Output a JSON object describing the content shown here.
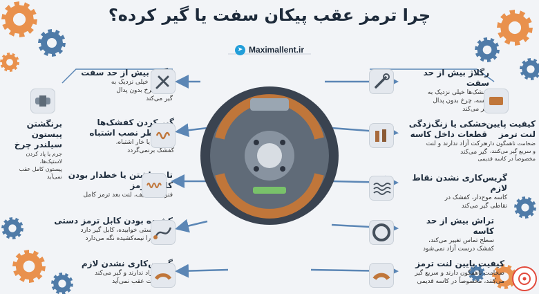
{
  "title": "چرا ترمز عقب پیکان سفت یا گیر کرده؟",
  "brand": {
    "name": "Maximallent.ir",
    "icon": "telegram-icon",
    "accent": "#229ed9"
  },
  "colors": {
    "arrow": "#5b86b5",
    "title": "#1d2a3a",
    "gear_orange": "#e8863a",
    "gear_blue": "#3d6e9e",
    "shoe": "#c0763a"
  },
  "left_items": [
    {
      "heading": "رگلاژ بیش از حد سفت",
      "desc": [
        "کفشک‌ها خیلی نزدیک به",
        "کاسه، چرخ بدون پدال",
        "گیر می‌کند"
      ],
      "icon": "wrench-screwdriver-icon"
    },
    {
      "heading": "گیر کردن کفشک‌ها",
      "heading2": "به خاطر نصب اشتباه",
      "desc": [
        "نصب کج یا خار اشتباه،",
        "کفشک برنمی‌گردد"
      ],
      "icon": "spring-icon"
    },
    {
      "heading": "تاب داشتن یا خطدار بودن",
      "heading2": "کاسه ترمز",
      "desc": [
        "فنرهای ضعیف، لنت بعد ترمز کامل"
      ],
      "icon": "spring-coil-icon"
    },
    {
      "heading": "کشیده بودن کابل ترمز دستی",
      "desc": [
        "حتی با دستی خوابیده، کابل گیر دارد",
        "و لنت‌ها را نیمه‌کشیده نگه می‌دارد"
      ],
      "icon": "cable-icon"
    },
    {
      "heading": "گریس‌کاری نشدن لازم",
      "desc": [
        "حرکت آزاد ندارند و گیر می‌کند",
        "لنت راحت عقب نمی‌آید"
      ],
      "icon": "brake-shoe-icon"
    }
  ],
  "left_outer": {
    "heading": "برنگشتن پیستون",
    "heading2": "سیلندر چرخ",
    "desc": [
      "جرم یا پاد کردن لاستیک‌ها،",
      "پیستون کامل عقب نمی‌آید"
    ],
    "icon": "wheel-cylinder-icon"
  },
  "right_items": [
    {
      "heading": "رگلاژ بیش از حد سفت",
      "desc": [
        "کفشک‌ها خیلی نزدیک به",
        "کاسه، چرخ بدون پدال",
        "گیر می‌کند"
      ],
      "icon": "wrench-icon"
    },
    {
      "heading": "خشکی یا زنگ‌زدگی",
      "heading2": "قطعات داخل کاسه",
      "desc": [
        "حرکت آزاد ندارند و لنت",
        "گیر می‌کند"
      ],
      "icon": "rusty-parts-icon"
    },
    {
      "heading": "گریس‌کاری نشدن نقاط لازم",
      "desc": [
        "کاسه موج‌دار، کفشک در",
        "نقاطی گیر می‌کند"
      ],
      "icon": "wavy-drum-icon"
    },
    {
      "heading": "تراش بیش از حد کاسه",
      "desc": [
        "سطح تماس تغییر می‌کند،",
        "کفشک درست آزاد نمی‌شود"
      ],
      "icon": "drum-ring-icon"
    },
    {
      "heading": "کیفیت پایین لنت ترمز",
      "desc": [
        "ضخامت ناهمگون دارند و سریع گیر",
        "می‌کنند، مخصوصاً در کاسه قدیمی"
      ],
      "icon": "brake-lining-icon"
    }
  ],
  "right_outer": {
    "heading": "کیفیت پایین",
    "heading2": "لنت ترمز",
    "desc": [
      "ضخامت ناهمگون دارند",
      "و سریع گیر می‌کنند،",
      "مخصوصاً در کاسه قدیمی"
    ],
    "icon": "brake-pad-icon"
  }
}
